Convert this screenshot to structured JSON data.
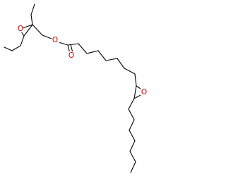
{
  "structure": {
    "kind": "skeletal-formula",
    "atoms": {
      "epoxide_oxygen_top": "O",
      "ester_oxygen": "O",
      "carbonyl_oxygen": "O",
      "epoxide_oxygen_bottom": "O"
    },
    "colors": {
      "bond": "#000000",
      "heteroatom": "#cc0000",
      "background": "#ffffff"
    }
  }
}
